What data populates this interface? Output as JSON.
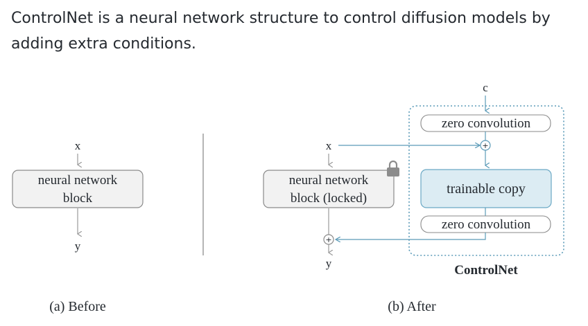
{
  "intro_text": "ControlNet is a neural network structure to control diffusion models by adding extra conditions.",
  "before": {
    "input_label": "x",
    "block_label_line1": "neural network",
    "block_label_line2": "block",
    "output_label": "y",
    "caption": "(a) Before"
  },
  "after": {
    "input_label": "x",
    "condition_label": "c",
    "locked_block_line1": "neural network",
    "locked_block_line2": "block (locked)",
    "zero_conv_top": "zero convolution",
    "trainable_copy": "trainable copy",
    "zero_conv_bottom": "zero convolution",
    "output_label": "y",
    "controlnet_label": "ControlNet",
    "plus_symbol": "+",
    "caption": "(b) After"
  },
  "colors": {
    "text": "#24292f",
    "box_fill": "#f2f2f2",
    "box_stroke": "#8a8a8a",
    "trainable_fill": "#dcecf3",
    "trainable_stroke": "#6aa8c4",
    "connector": "#5b9bb8",
    "arrow_gray": "#9a9a9a",
    "dotted": "#5b9bb8",
    "lock": "#8c8c8c"
  }
}
